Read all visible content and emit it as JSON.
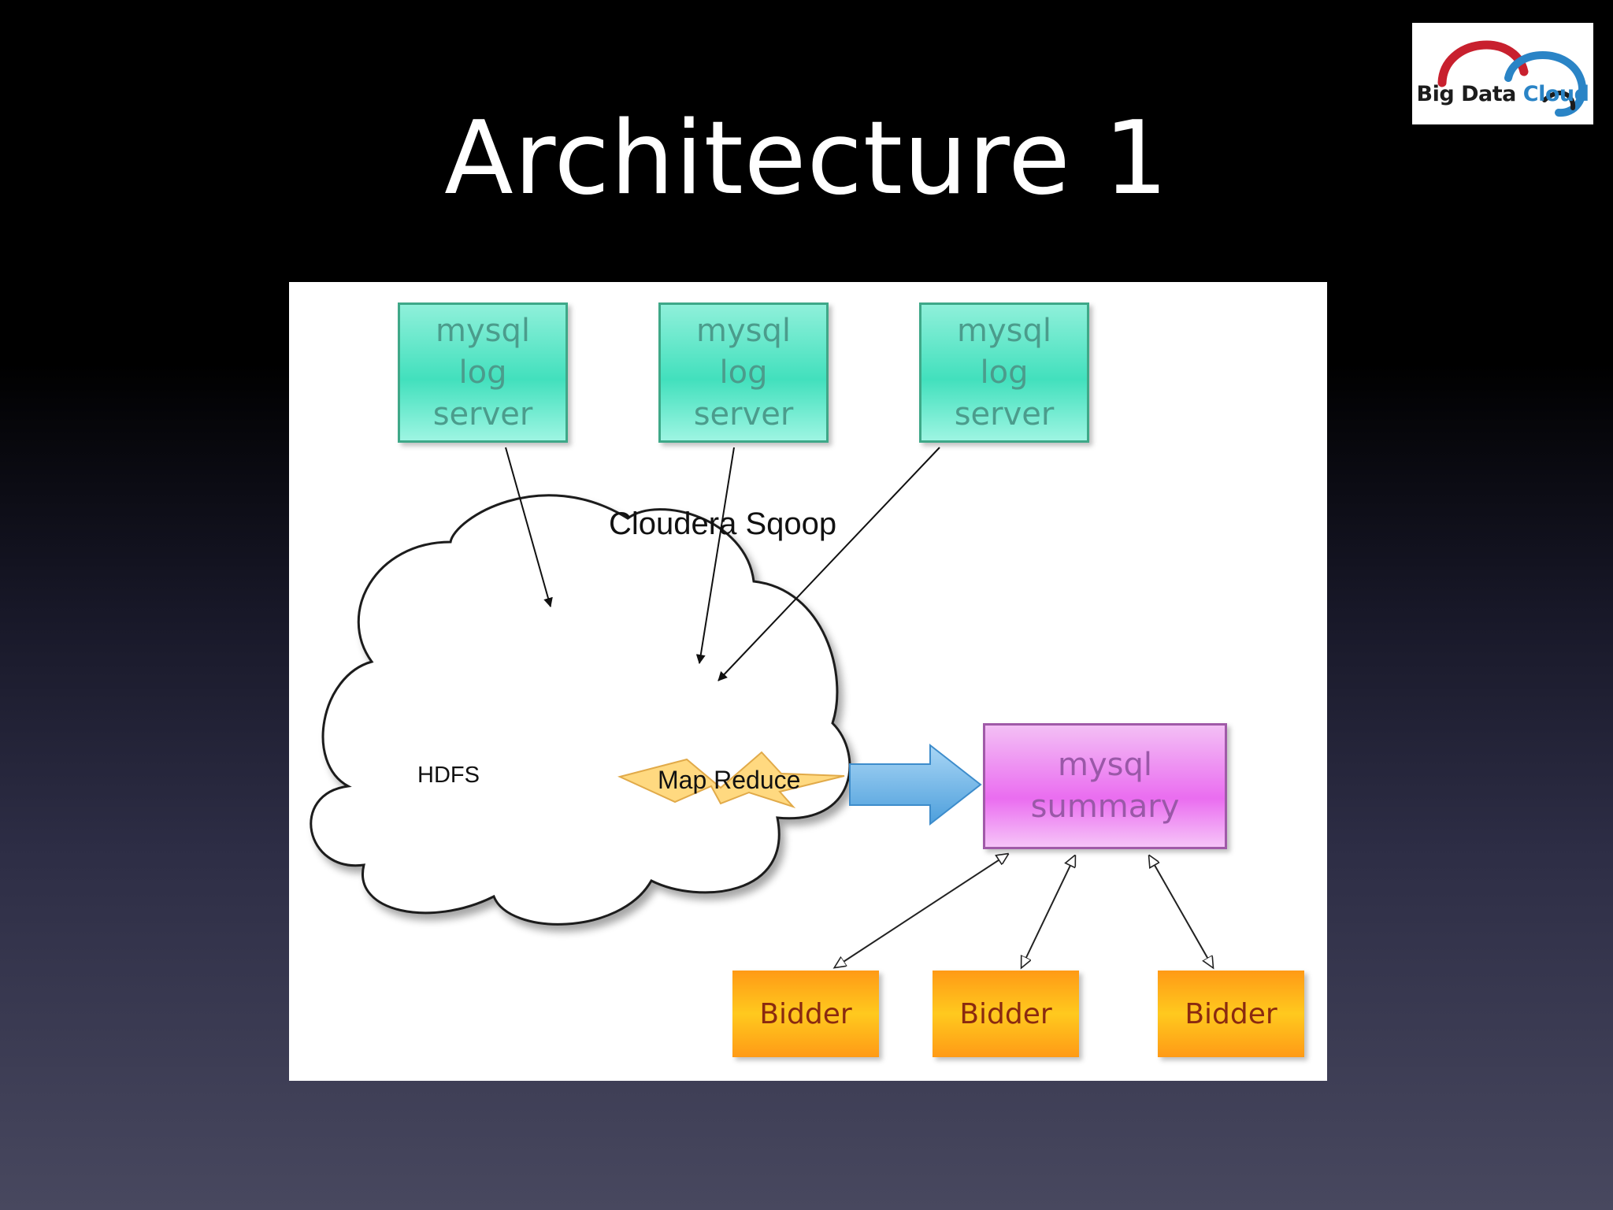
{
  "slide": {
    "title": "Architecture 1"
  },
  "logo": {
    "word1": "Big Data",
    "word2": "Cloud",
    "colors": {
      "arc_red": "#c8202e",
      "arc_blue": "#2a84c6",
      "text_dark": "#1c1c1c"
    }
  },
  "diagram": {
    "sources": [
      {
        "label": "mysql\nlog\nserver"
      },
      {
        "label": "mysql\nlog\nserver"
      },
      {
        "label": "mysql\nlog\nserver"
      }
    ],
    "import_label": "Cloudera  Sqoop",
    "cloud_label": "HDFS",
    "process_label": "Map Reduce",
    "summary": {
      "label": "mysql\nsummary"
    },
    "bidders": [
      {
        "label": "Bidder"
      },
      {
        "label": "Bidder"
      },
      {
        "label": "Bidder"
      }
    ],
    "colors": {
      "source_fill": "#42e0bd",
      "source_border": "#3ea888",
      "summary_fill": "#ea6df0",
      "summary_border": "#a05aa8",
      "bidder_fill": "#ffb11a",
      "arrow_fill": "#6fb5e6",
      "bolt_fill": "#ffd77a"
    }
  }
}
